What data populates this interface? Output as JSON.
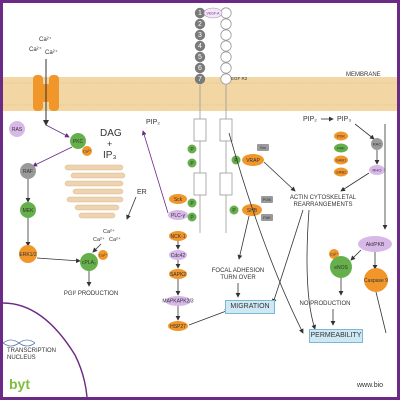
{
  "membrane": {
    "label": "MEMBRANE",
    "vegfr2_label": "VEGF R2"
  },
  "ions": {
    "ca_top_1": "Ca²⁺",
    "ca_top_2": "Ca²⁺",
    "ca_top_3": "Ca²⁺",
    "ca_er_1": "Ca²⁺",
    "ca_er_2": "Ca²⁺",
    "ca_er_3": "Ca²⁺"
  },
  "domains": [
    "1",
    "2",
    "3",
    "4",
    "5",
    "6",
    "7"
  ],
  "vegf_bubble_label": "VEGF-A",
  "labels": {
    "dag": "DAG",
    "plus": "+",
    "ip3": "IP₃",
    "pip2_left": "PIP₂",
    "pip2_right": "PIP₂",
    "pip3": "PIP₃",
    "er": "ER",
    "pkc": "PKC",
    "ca_small": "Ca²⁺",
    "ras": "RAS",
    "raf": "RAF",
    "mek": "MEK",
    "erk": "ERK1/2",
    "cpla2": "cPLA₂",
    "ca_cpla": "Ca²⁺",
    "pgi2": "PGI² PRODUCTION",
    "p": "P",
    "sck": "Sck",
    "plcg": "PLC-γ",
    "nck": "NCK-1",
    "cdc42": "Cdc42",
    "sapk2": "SAPK2",
    "mapkapk23": "MAPKAPK2/3",
    "hsp27": "HSP27",
    "vrap": "VRAP",
    "src": "Src",
    "shb": "SHB",
    "pi3k": "PI3K",
    "fak": "FAK",
    "pdk": "PDK",
    "pak": "PAK",
    "gab1": "GAB1",
    "grb2": "GRB2",
    "rac": "RAC",
    "rho": "RHO",
    "focal": "FOCAL ADHESION",
    "turnover": "TURN OVER",
    "actin1": "ACTIN CYTOSKELETAL",
    "actin2": "REARRANGEMENTS",
    "akt": "Akt/PKB",
    "ca_enos": "Ca²⁺",
    "enos": "eNOS",
    "caspase": "Caspase 9",
    "no": "NO PRODUCTION",
    "transcription": "TRANSCRIPTION",
    "nucleus": "NUCLEUS",
    "brand": "byt",
    "url": "www.bio"
  },
  "boxes": {
    "migration": "MIGRATION",
    "permeability": "PERMEABILITY"
  },
  "colors": {
    "frame": "#6a2a86",
    "membrane": "#f2d7a4",
    "orange": "#f0962a",
    "green": "#66b04c",
    "purple": "#d8b8e8",
    "gray": "#9a9a9a",
    "box": "#cfe9f4"
  }
}
